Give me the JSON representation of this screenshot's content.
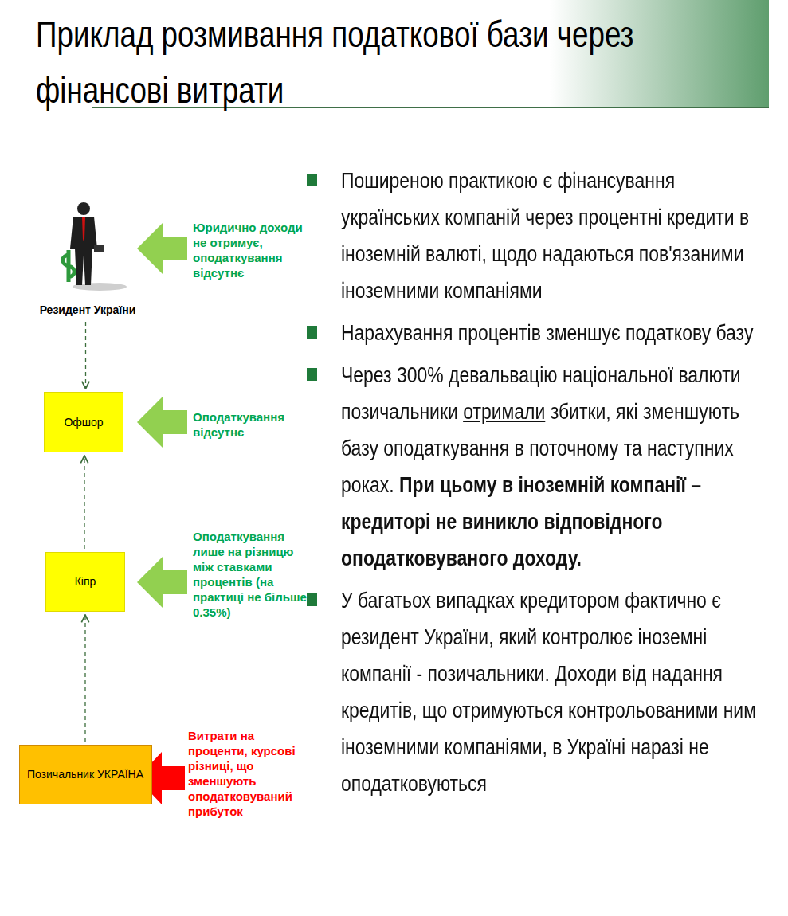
{
  "diagram": {
    "title": "Приклад розмивання податкової бази через фінансові витрати",
    "nodes": [
      {
        "text": [
          "Резидент України"
        ]
      },
      {
        "text": [
          "Офшор"
        ]
      },
      {
        "text": [
          "Кіпр"
        ]
      },
      {
        "text": [
          "Позичальник УКРАЇНА"
        ]
      }
    ],
    "edges": [
      {
        "from": 0,
        "to": 1,
        "arrow": "to"
      },
      {
        "from": 2,
        "to": 1,
        "arrow": "to"
      },
      {
        "from": 3,
        "to": 2,
        "arrow": "to"
      }
    ],
    "labels": [
      "Юридично доходи не отримує, оподаткування відсутнє",
      "Оподаткування відсутнє",
      "Оподаткування лише на різницю між ставками процентів (на практиці не більше 0.35%)",
      "Витрати на проценти, курсові різниці, що зменшують оподатковуваний прибуток",
      "Поширеною практикою є фінансування українських компаній через процентні кредити в іноземній валюті, щодо надаються пов'язаними іноземними компаніями",
      "Нарахування процентів зменшує податкову базу",
      "Через 300% девальвацію національної валюти позичальники",
      "отримали",
      "збитки, які зменшують базу оподаткування в поточному та наступних роках.",
      "При цьому в іноземній компанії – кредиторі не виникло відповідного оподатковуваного доходу.",
      "У багатьох випадках кредитором фактично є резидент України, який контролює іноземні компанії  - позичальники. Доходи від надання кредитів, що отримуються контрольованими ним іноземними компаніями, в Україні наразі не оподатковуються"
    ]
  }
}
